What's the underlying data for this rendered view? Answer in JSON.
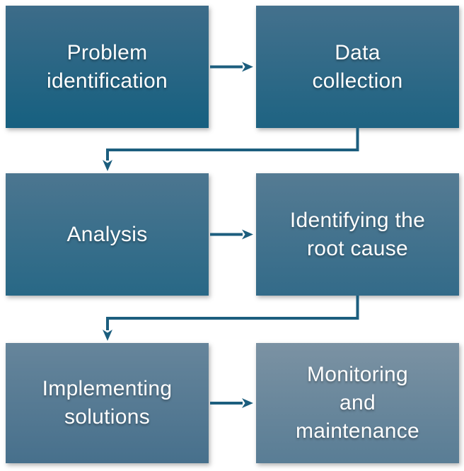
{
  "diagram": {
    "type": "flowchart",
    "background_color": "#FFFFFF",
    "text_color": "#FFFFFF",
    "connector_color": "#1C5E7E",
    "nodes": [
      {
        "id": "problem-identification",
        "label": "Problem identification",
        "lines": [
          "Problem",
          "identification"
        ],
        "row": 1,
        "col": 1,
        "gradient_top": "#3D6C89",
        "gradient_bottom": "#166080"
      },
      {
        "id": "data-collection",
        "label": "Data collection",
        "lines": [
          "Data",
          "collection"
        ],
        "row": 1,
        "col": 2,
        "gradient_top": "#44718D",
        "gradient_bottom": "#1E6382"
      },
      {
        "id": "analysis",
        "label": "Analysis",
        "lines": [
          "Analysis"
        ],
        "row": 2,
        "col": 1,
        "gradient_top": "#4C7690",
        "gradient_bottom": "#286886"
      },
      {
        "id": "identifying-the-root-cause",
        "label": "Identifying the root cause",
        "lines": [
          "Identifying the",
          "root cause"
        ],
        "row": 2,
        "col": 2,
        "gradient_top": "#557B93",
        "gradient_bottom": "#336B89"
      },
      {
        "id": "implementing-solutions",
        "label": "Implementing solutions",
        "lines": [
          "Implementing",
          "solutions"
        ],
        "row": 3,
        "col": 1,
        "gradient_top": "#66859B",
        "gradient_bottom": "#47708C"
      },
      {
        "id": "monitoring-and-maintenance",
        "label": "Monitoring and maintenance",
        "lines": [
          "Monitoring",
          "and",
          "maintenance"
        ],
        "row": 3,
        "col": 2,
        "gradient_top": "#7B92A3",
        "gradient_bottom": "#597D95"
      }
    ],
    "edges": [
      {
        "from": "problem-identification",
        "to": "data-collection",
        "shape": "straight-right"
      },
      {
        "from": "data-collection",
        "to": "analysis",
        "shape": "elbow-down-left-down"
      },
      {
        "from": "analysis",
        "to": "identifying-the-root-cause",
        "shape": "straight-right"
      },
      {
        "from": "identifying-the-root-cause",
        "to": "implementing-solutions",
        "shape": "elbow-down-left-down"
      },
      {
        "from": "implementing-solutions",
        "to": "monitoring-and-maintenance",
        "shape": "straight-right"
      }
    ]
  }
}
